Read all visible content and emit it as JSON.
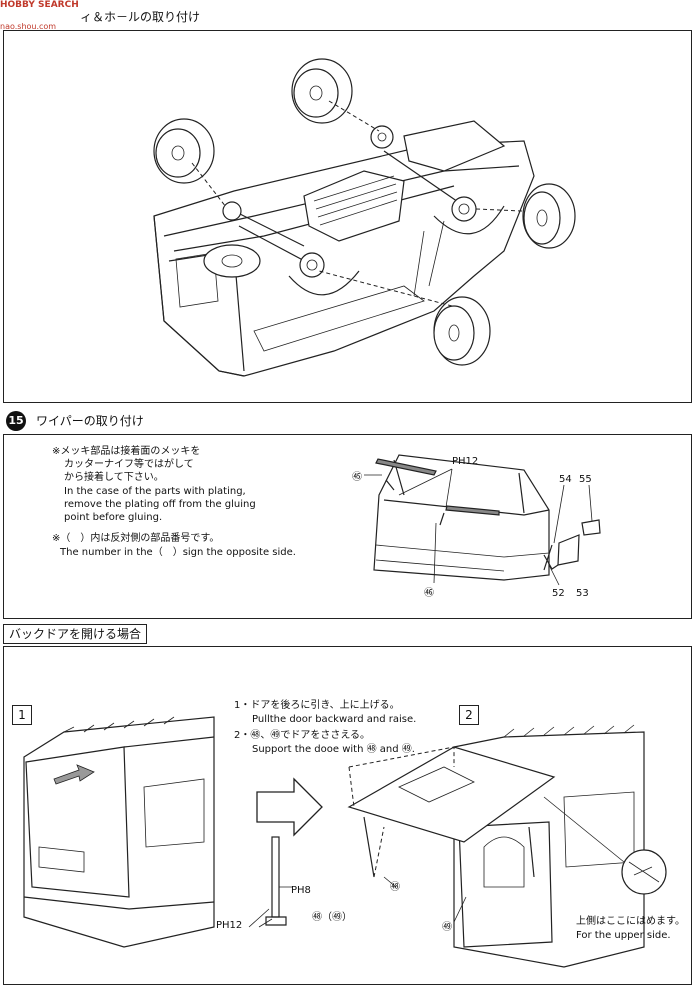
{
  "watermark": {
    "brand": "HOBBY SEARCH",
    "site": "nao.shou.com"
  },
  "step14": {
    "title_fragment": "ィ＆ホ－ルの取り付け"
  },
  "step15": {
    "number": "15",
    "title": "ワイパーの取り付け",
    "note_plating_jp": [
      "※メッキ部品は接着面のメッキを",
      "カッターナイフ等ではがして",
      "から接着して下さい。"
    ],
    "note_plating_en": [
      "In the case of the parts with plating,",
      "remove the plating off from the gluing",
      "point before gluing."
    ],
    "note_opposite_jp": "※（　）内は反対側の部品番号です。",
    "note_opposite_en": "The number in the（　）sign the opposite side.",
    "labels": {
      "p45": "㊺",
      "ph12": "PH12",
      "p54": "54",
      "p55": "55",
      "p46": "㊻",
      "p52": "52",
      "p53": "53"
    }
  },
  "backdoor": {
    "tab_title": "バックドアを開ける場合",
    "panel1_num": "1",
    "panel2_num": "2",
    "instr1_jp": "1・ドアを後ろに引き、上に上げる。",
    "instr1_en": "Pullthe door backward and raise.",
    "instr2_jp": "2・㊽、㊾でドアをささえる。",
    "instr2_en": "Support the dooe with ㊽ and ㊾.",
    "labels": {
      "ph8": "PH8",
      "ph12": "PH12",
      "p48_49": "㊽（㊾）",
      "p48": "㊽",
      "p49": "㊾"
    },
    "upper_side_jp": "上側はここにはめます。",
    "upper_side_en": "For the upper side."
  }
}
